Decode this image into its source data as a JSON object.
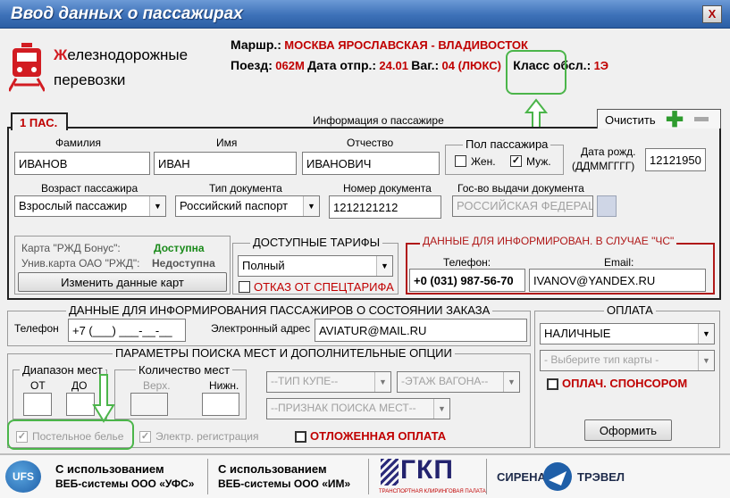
{
  "window": {
    "title": "Ввод данных о пассажирах",
    "close_label": "X"
  },
  "brand": {
    "first_letter": "Ж",
    "line1_rest": "елезнодорожные",
    "line2": "перевозки"
  },
  "trip": {
    "route_label": "Маршр.:",
    "route_value": "МОСКВА ЯРОСЛАВСКАЯ - ВЛАДИВОСТОК",
    "train_label": "Поезд:",
    "train_value": "062М",
    "date_label": "Дата отпр.:",
    "date_value": "24.01",
    "car_label": "Ваг.:",
    "car_value": "04 (ЛЮКС)",
    "class_label": "Класс обсл.:",
    "class_value": "1Э"
  },
  "tabs": {
    "passenger_tab": "1 ПАС.",
    "section_title": "Информация о пассажире",
    "clear_label": "Очистить"
  },
  "passenger": {
    "surname_label": "Фамилия",
    "surname_value": "ИВАНОВ",
    "name_label": "Имя",
    "name_value": "ИВАН",
    "patronymic_label": "Отчество",
    "patronymic_value": "ИВАНОВИЧ",
    "gender_title": "Пол пассажира",
    "female_label": "Жен.",
    "male_label": "Муж.",
    "male_checked": "✓",
    "birth_label_1": "Дата рожд.",
    "birth_label_2": "(ДДММГГГГ)",
    "birth_value": "12121950",
    "age_label": "Возраст пассажира",
    "age_value": "Взрослый пассажир",
    "doctype_label": "Тип документа",
    "doctype_value": "Российский паспорт",
    "docnum_label": "Номер документа",
    "docnum_value": "1212121212",
    "country_label": "Гос-во выдачи документа",
    "country_value": "РОССИЙСКАЯ ФЕДЕРАЦИЯ"
  },
  "cards": {
    "bonus_label": "Карта \"РЖД Бонус\":",
    "bonus_status": "Доступна",
    "univ_label": "Унив.карта ОАО \"РЖД\":",
    "univ_status": "Недоступна",
    "change_button": "Изменить данные карт"
  },
  "tariffs": {
    "title": "ДОСТУПНЫЕ ТАРИФЫ",
    "value": "Полный",
    "refuse_label": "ОТКАЗ ОТ СПЕЦТАРИФА"
  },
  "emergency": {
    "title": "ДАННЫЕ ДЛЯ ИНФОРМИРОВАН. В СЛУЧАЕ \"ЧС\"",
    "phone_label": "Телефон:",
    "phone_value": "+0 (031) 987-56-70",
    "email_label": "Email:",
    "email_value": "IVANOV@YANDEX.RU"
  },
  "order_info": {
    "title": "ДАННЫЕ ДЛЯ ИНФОРМИРОВАНИЯ ПАССАЖИРОВ О СОСТОЯНИИ ЗАКАЗА",
    "phone_label": "Телефон",
    "phone_value": "+7 (___) ___-__-__",
    "email_label": "Электронный адрес",
    "email_value": "AVIATUR@MAIL.RU"
  },
  "payment": {
    "title": "ОПЛАТА",
    "method_value": "НАЛИЧНЫЕ",
    "card_type_placeholder": "- Выберите тип карты -",
    "sponsor_label": "ОПЛАЧ. СПОНСОРОМ",
    "submit_button": "Оформить"
  },
  "search": {
    "title": "ПАРАМЕТРЫ ПОИСКА МЕСТ И ДОПОЛНИТЕЛЬНЫЕ ОПЦИИ",
    "range_title": "Диапазон мест",
    "from_label": "ОТ",
    "to_label": "ДО",
    "count_title": "Количество мест",
    "upper_label": "Верх.",
    "lower_label": "Нижн.",
    "coupe_type": "--ТИП КУПЕ--",
    "car_floor": "-ЭТАЖ ВАГОНА--",
    "search_sign": "--ПРИЗНАК ПОИСКА МЕСТ--",
    "linen_label": "Постельное белье",
    "linen_checked": "✓",
    "ereg_label": "Электр. регистрация",
    "ereg_checked": "✓",
    "deferred_label": "ОТЛОЖЕННАЯ ОПЛАТА"
  },
  "footer": {
    "ufs_logo": "UFS",
    "ufs_line1": "С использованием",
    "ufs_line2": "ВЕБ-системы ООО «УФС»",
    "im_line1": "С использованием",
    "im_line2": "ВЕБ-системы ООО «ИМ»",
    "tkp_logo": "ГКП",
    "tkp_sub": "ТРАНСПОРТНАЯ КЛИРИНГОВАЯ ПАЛАТА",
    "sirena_left": "СИРЕНА",
    "sirena_right": "ТРЭВЕЛ"
  },
  "colors": {
    "accent_red": "#c00000",
    "available_green": "#1a8a1a",
    "highlight_green": "#4bb54a",
    "title_blue": "#3d71b8"
  }
}
